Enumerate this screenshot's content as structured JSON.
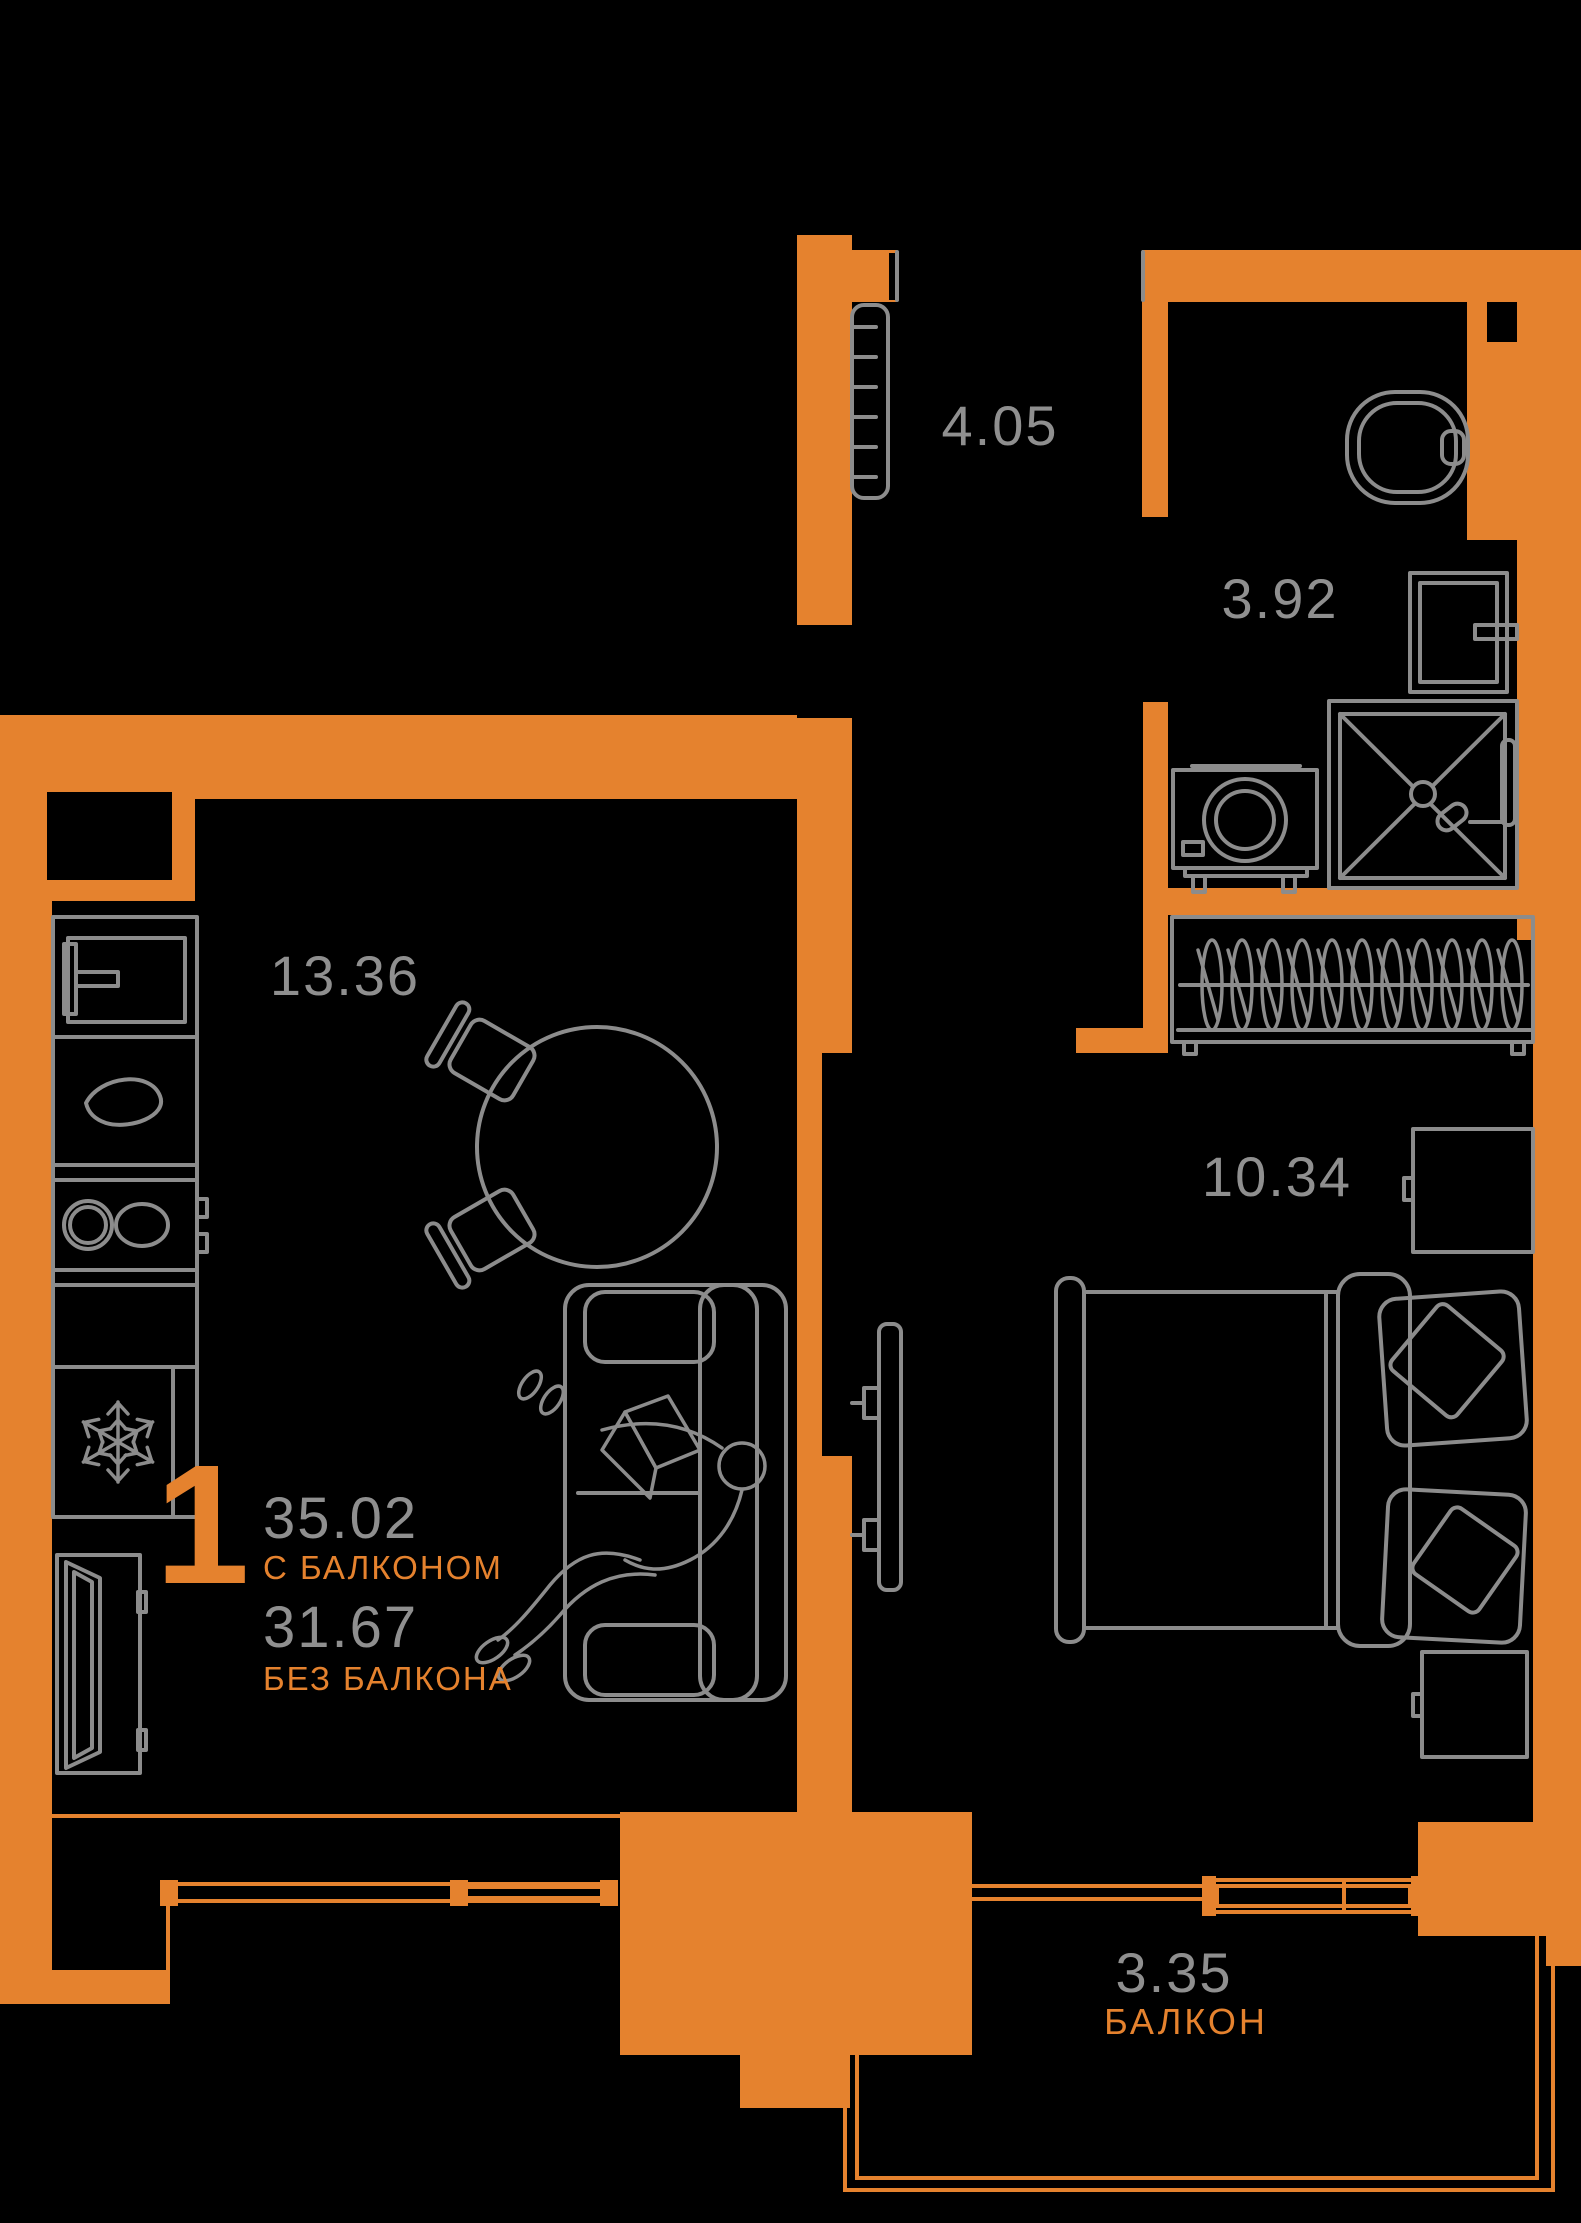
{
  "plan": {
    "unit_badge": "1",
    "summary": {
      "area_with_balcony": "35.02",
      "with_balcony_label": "С БАЛКОНОМ",
      "area_without_balcony": "31.67",
      "without_balcony_label": "БЕЗ БАЛКОНА"
    },
    "rooms": [
      {
        "id": "hallway",
        "area": "4.05"
      },
      {
        "id": "bathroom",
        "area": "3.92"
      },
      {
        "id": "kitchen-living-room",
        "area": "13.36"
      },
      {
        "id": "bedroom",
        "area": "10.34"
      },
      {
        "id": "balcony",
        "area": "3.35",
        "name": "БАЛКОН"
      }
    ],
    "colors": {
      "wall": "#E5822E",
      "furniture_line": "#8C8C8C",
      "room_label": "#8F8F8F",
      "background": "#000000"
    }
  }
}
